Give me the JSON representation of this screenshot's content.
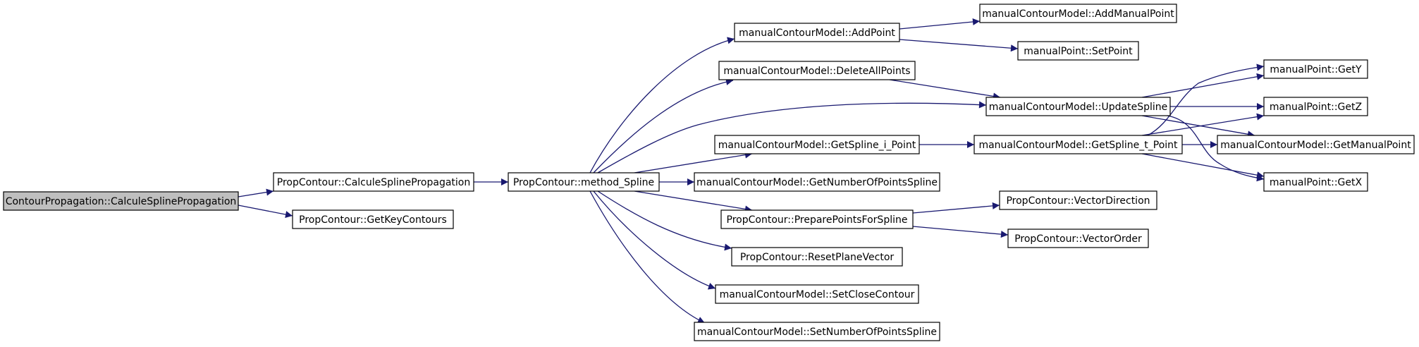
{
  "colors": {
    "edge": "#191970",
    "node_border": "#000000",
    "node_fill": "#ffffff",
    "root_fill": "#bfbfbf"
  },
  "nodes": {
    "root": "ContourPropagation::CalculeSplinePropagation",
    "calcule_spline_propagation": "PropContour::CalculeSplinePropagation",
    "get_key_contours": "PropContour::GetKeyContours",
    "method_spline": "PropContour::method_Spline",
    "add_point": "manualContourModel::AddPoint",
    "add_manual_point": "manualContourModel::AddManualPoint",
    "set_point": "manualPoint::SetPoint",
    "delete_all_points": "manualContourModel::DeleteAllPoints",
    "update_spline": "manualContourModel::UpdateSpline",
    "get_spline_i_point": "manualContourModel::GetSpline_i_Point",
    "get_spline_t_point": "manualContourModel::GetSpline_t_Point",
    "get_number_of_points_spline": "manualContourModel::GetNumberOfPointsSpline",
    "prepare_points_for_spline": "PropContour::PreparePointsForSpline",
    "vector_direction": "PropContour::VectorDirection",
    "vector_order": "PropContour::VectorOrder",
    "reset_plane_vector": "PropContour::ResetPlaneVector",
    "set_close_contour": "manualContourModel::SetCloseContour",
    "set_number_of_points_spline": "manualContourModel::SetNumberOfPointsSpline",
    "get_y": "manualPoint::GetY",
    "get_z": "manualPoint::GetZ",
    "get_manual_point": "manualContourModel::GetManualPoint",
    "get_x": "manualPoint::GetX"
  },
  "edges": [
    [
      "root",
      "calcule_spline_propagation"
    ],
    [
      "root",
      "get_key_contours"
    ],
    [
      "calcule_spline_propagation",
      "method_spline"
    ],
    [
      "method_spline",
      "add_point"
    ],
    [
      "method_spline",
      "delete_all_points"
    ],
    [
      "method_spline",
      "update_spline"
    ],
    [
      "method_spline",
      "get_spline_i_point"
    ],
    [
      "method_spline",
      "get_number_of_points_spline"
    ],
    [
      "method_spline",
      "prepare_points_for_spline"
    ],
    [
      "method_spline",
      "reset_plane_vector"
    ],
    [
      "method_spline",
      "set_close_contour"
    ],
    [
      "method_spline",
      "set_number_of_points_spline"
    ],
    [
      "add_point",
      "add_manual_point"
    ],
    [
      "add_point",
      "set_point"
    ],
    [
      "delete_all_points",
      "update_spline"
    ],
    [
      "update_spline",
      "get_y"
    ],
    [
      "update_spline",
      "get_z"
    ],
    [
      "update_spline",
      "get_manual_point"
    ],
    [
      "update_spline",
      "get_x"
    ],
    [
      "get_spline_i_point",
      "get_spline_t_point"
    ],
    [
      "get_spline_t_point",
      "get_y"
    ],
    [
      "get_spline_t_point",
      "get_z"
    ],
    [
      "get_spline_t_point",
      "get_manual_point"
    ],
    [
      "get_spline_t_point",
      "get_x"
    ],
    [
      "prepare_points_for_spline",
      "vector_direction"
    ],
    [
      "prepare_points_for_spline",
      "vector_order"
    ]
  ]
}
